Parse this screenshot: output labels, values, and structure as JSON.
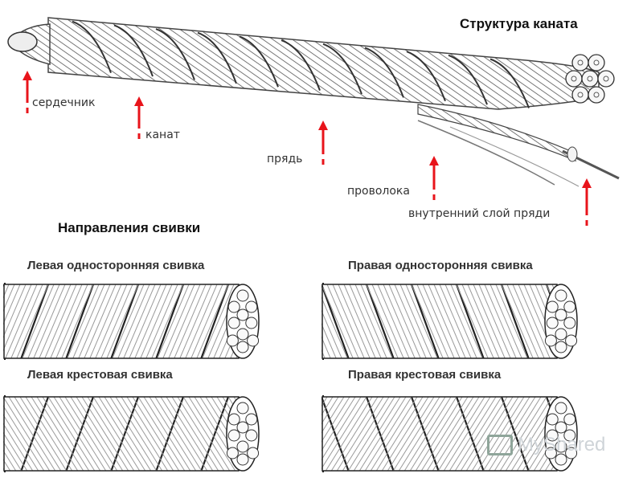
{
  "title": "Структура каната",
  "subtitle": "Направления свивки",
  "colors": {
    "arrow": "#e8141b",
    "wire": "#555555",
    "wire_light": "#9a9a9a",
    "text": "#333333"
  },
  "parts": [
    {
      "label": "сердечник",
      "icon": "red-up-arrow"
    },
    {
      "label": "канат",
      "icon": "red-up-arrow"
    },
    {
      "label": "прядь",
      "icon": "red-up-arrow"
    },
    {
      "label": "проволока",
      "icon": "red-up-arrow"
    },
    {
      "label": "внутренний слой пряди",
      "icon": "red-up-arrow"
    }
  ],
  "lays": [
    {
      "title": "Левая односторонняя свивка",
      "direction": "left",
      "kind": "lang"
    },
    {
      "title": "Правая односторонняя свивка",
      "direction": "right",
      "kind": "lang"
    },
    {
      "title": "Левая крестовая свивка",
      "direction": "left",
      "kind": "regular"
    },
    {
      "title": "Правая крестовая свивка",
      "direction": "right",
      "kind": "regular"
    }
  ],
  "watermark": "MyShared"
}
